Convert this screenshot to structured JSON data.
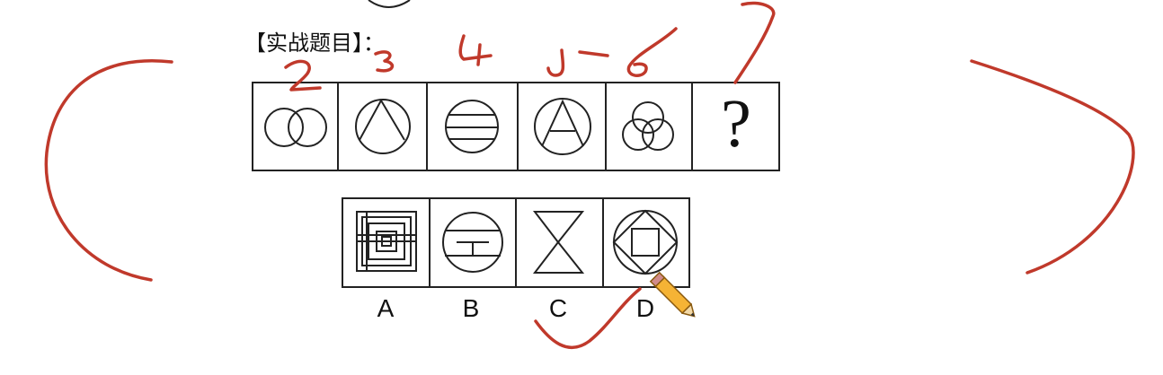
{
  "puzzle": {
    "title": "【实战题目】：",
    "question_mark": "?",
    "sequence_count": 6,
    "options": [
      {
        "label": "A"
      },
      {
        "label": "B"
      },
      {
        "label": "C"
      },
      {
        "label": "D"
      }
    ]
  },
  "annotations": {
    "ink_color": "#c0392b",
    "handwritten_numbers": [
      "2",
      "3",
      "4",
      "5",
      "6"
    ]
  }
}
